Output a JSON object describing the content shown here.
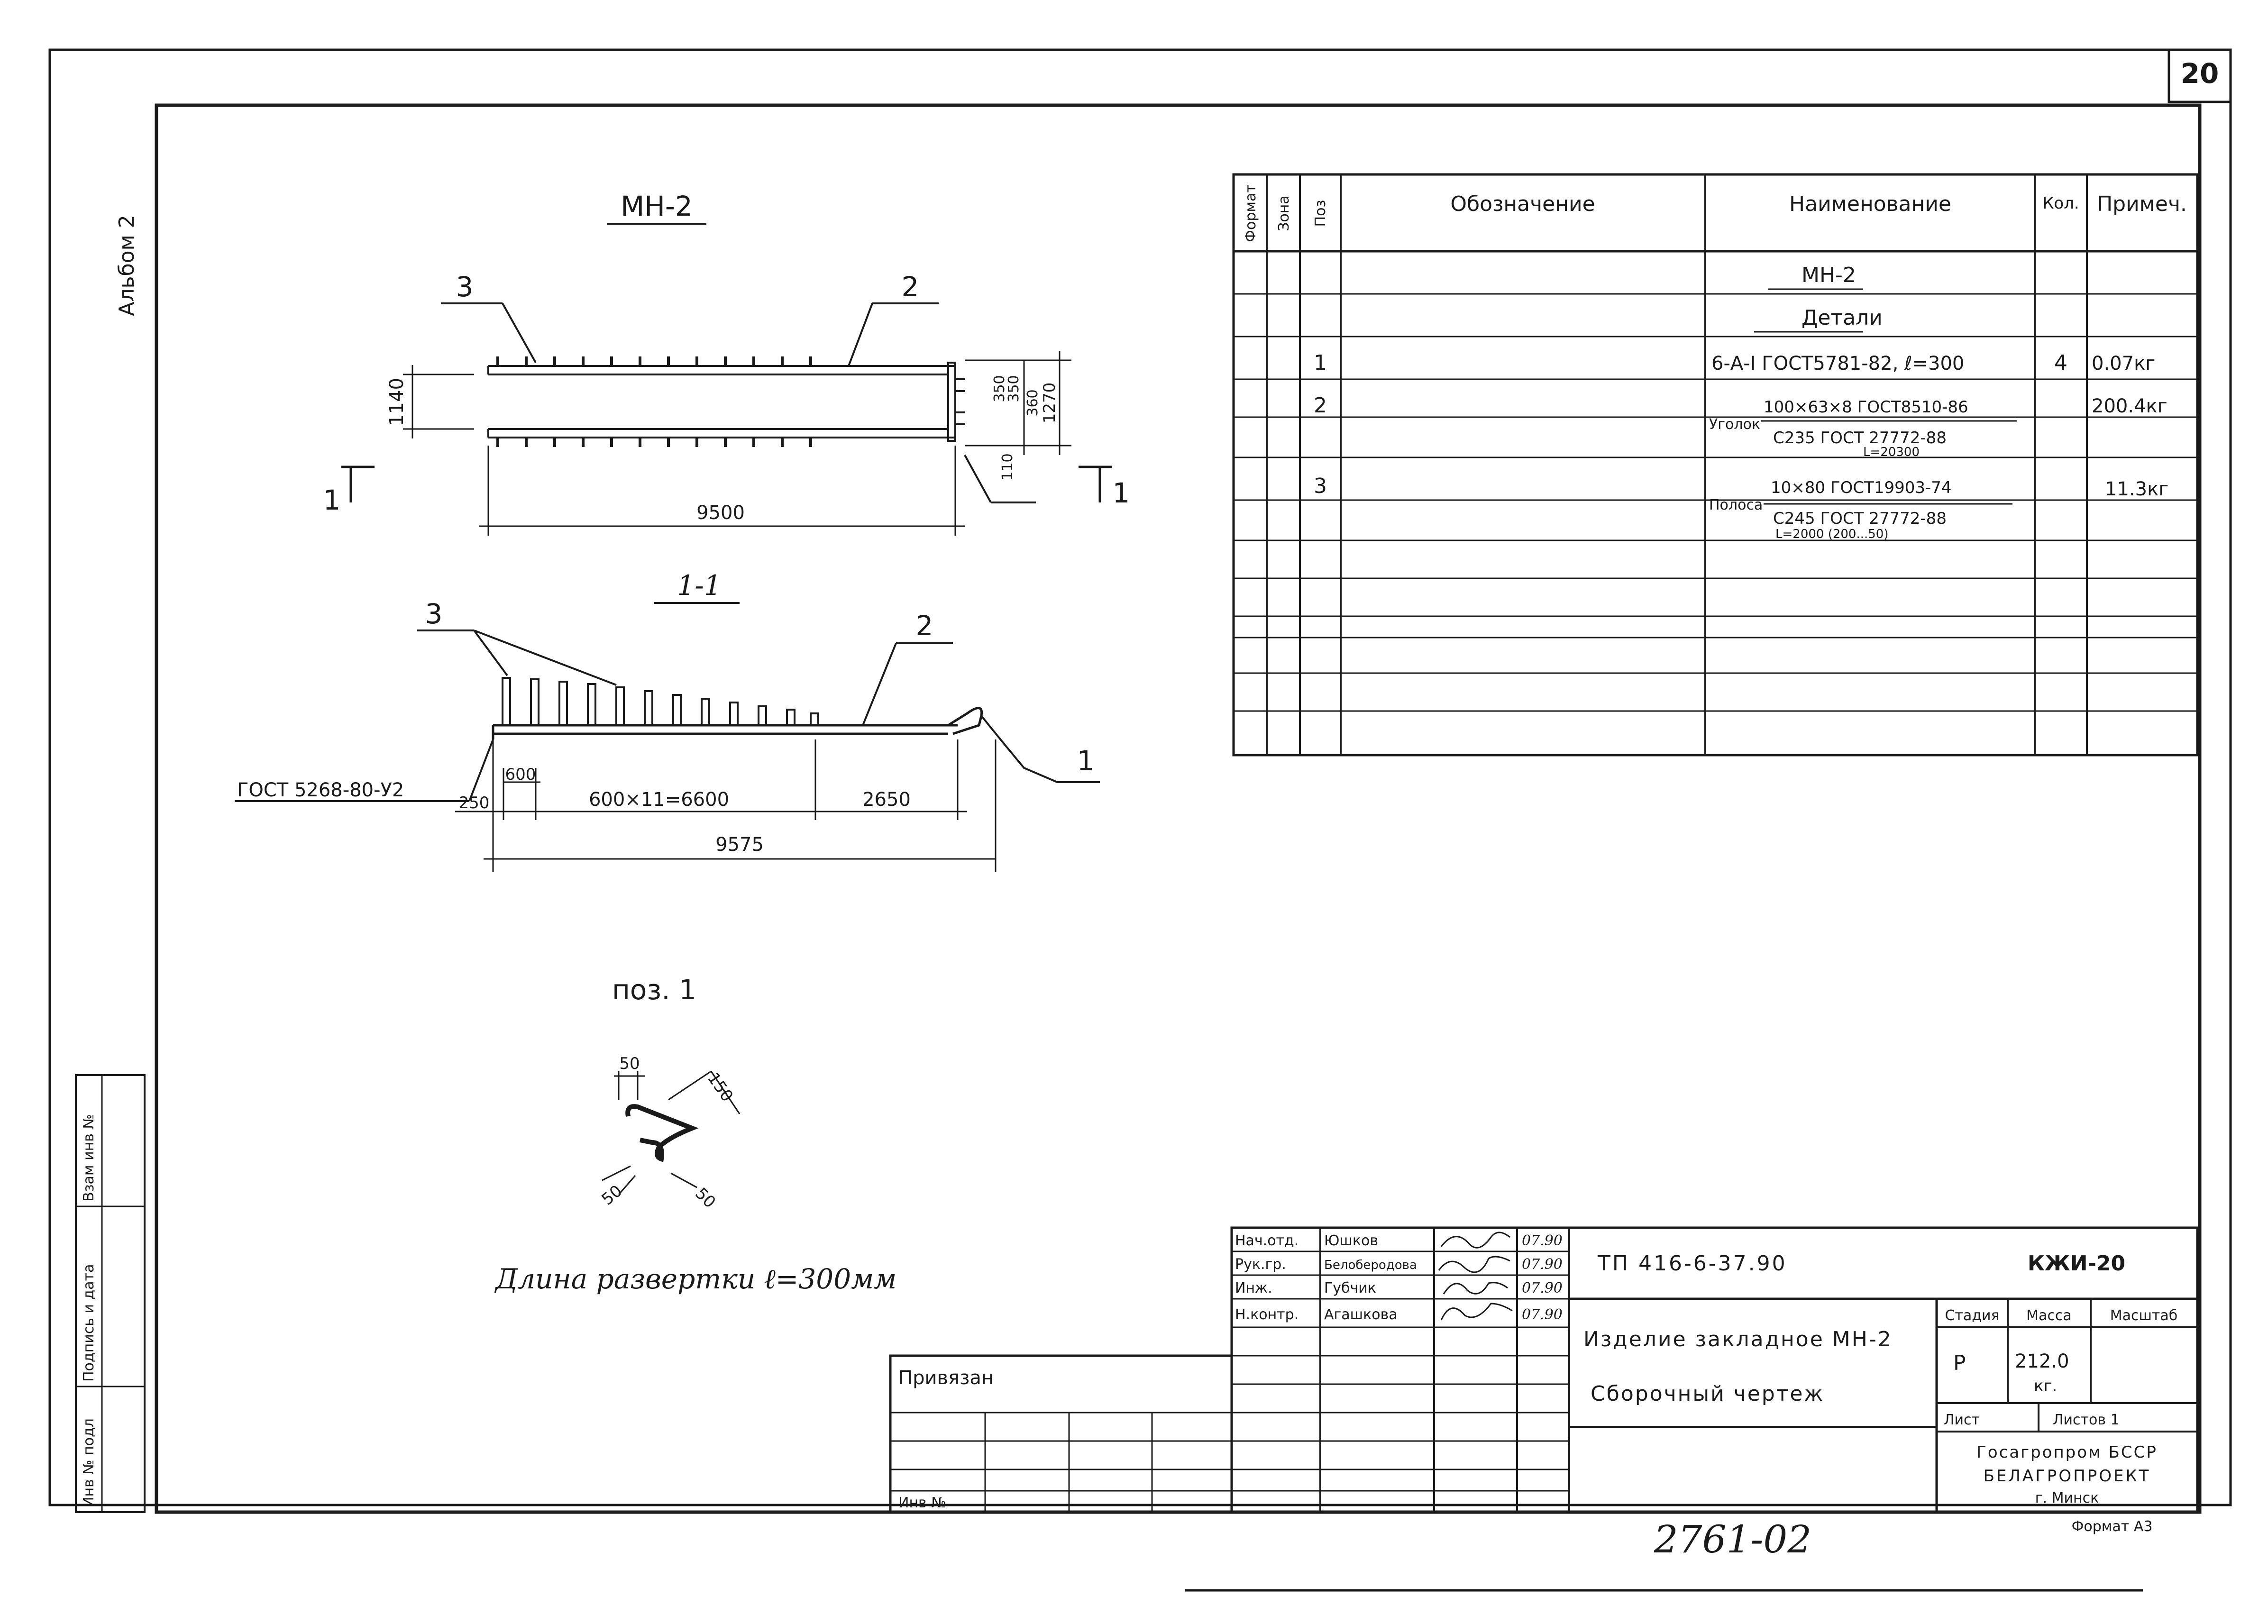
{
  "sheet": {
    "corner_number": "20",
    "album_label": "Альбом 2",
    "bottom_number": "2761-02",
    "format_note": "Формат А3"
  },
  "left_strip": {
    "cells": [
      "Инв № подл",
      "Подпись и дата",
      "Взам инв №"
    ]
  },
  "drawing": {
    "plan_title": "МН-2",
    "section_title": "1-1",
    "pos_title": "поз. 1",
    "plan": {
      "callout_3": "3",
      "callout_2": "2",
      "dim_1140": "1140",
      "dim_350a": "350",
      "dim_350b": "350",
      "dim_360": "360",
      "dim_1270": "1270",
      "dim_110": "110",
      "dim_9500": "9500",
      "section_mark_left": "1",
      "section_mark_right": "1"
    },
    "section": {
      "callout_3": "3",
      "callout_2": "2",
      "callout_1": "1",
      "weld_note": "ГОСТ 5268-80-У2",
      "dim_250": "250",
      "dim_600": "600",
      "dim_6600": "600×11=6600",
      "dim_2650": "2650",
      "dim_9575": "9575"
    },
    "pos1": {
      "dim_50a": "50",
      "dim_150": "150",
      "dim_50b": "50",
      "dim_50c": "50"
    },
    "unfold_note": "Длина развертки ℓ=300мм"
  },
  "spec_table": {
    "headers": [
      "Формат",
      "Зона",
      "Поз",
      "Обозначение",
      "Наименование",
      "Кол.",
      "Примеч."
    ],
    "rows": [
      {
        "pos": "",
        "name": "МН-2",
        "qty": "",
        "note": ""
      },
      {
        "pos": "",
        "name": "Детали",
        "qty": "",
        "note": ""
      },
      {
        "pos": "1",
        "name": "6-А-I ГОСТ5781-82, ℓ=300",
        "qty": "4",
        "note": "0.07кг"
      },
      {
        "pos": "2",
        "name_prefix": "Уголок",
        "name_top": "100×63×8 ГОСТ8510-86",
        "name_bottom": "С235 ГОСТ 27772-88",
        "name_extra": "L=20300",
        "qty": "",
        "note": "200.4кг"
      },
      {
        "pos": "3",
        "name_prefix": "Полоса",
        "name_top": "10×80 ГОСТ19903-74",
        "name_bottom": "С245 ГОСТ 27772-88",
        "name_extra": "L=2000 (200...50)",
        "qty": "",
        "note": "11.3кг"
      }
    ]
  },
  "title_block": {
    "signatures": [
      {
        "role": "Нач.отд.",
        "name": "Юшков",
        "date": "07.90"
      },
      {
        "role": "Рук.гр.",
        "name": "Белоберодова",
        "date": "07.90"
      },
      {
        "role": "Инж.",
        "name": "Губчик",
        "date": "07.90"
      },
      {
        "role": "Н.контр.",
        "name": "Агашкова",
        "date": "07.90"
      }
    ],
    "doc_code": "ТП 416-6-37.90",
    "sheet_code": "КЖИ-20",
    "product": "Изделие закладное МН-2",
    "drawing_type": "Сборочный чертеж",
    "stage_label": "Стадия",
    "mass_label": "Масса",
    "scale_label": "Масштаб",
    "stage": "Р",
    "mass": "212.0",
    "mass_unit": "кг.",
    "sheet_label": "Лист",
    "sheets_label": "Листов 1",
    "org_line1": "Госагропром БССР",
    "org_line2": "БЕЛАГРОПРОЕКТ",
    "org_line3": "г. Минск",
    "attached": "Привязан",
    "inv": "Инв №"
  }
}
